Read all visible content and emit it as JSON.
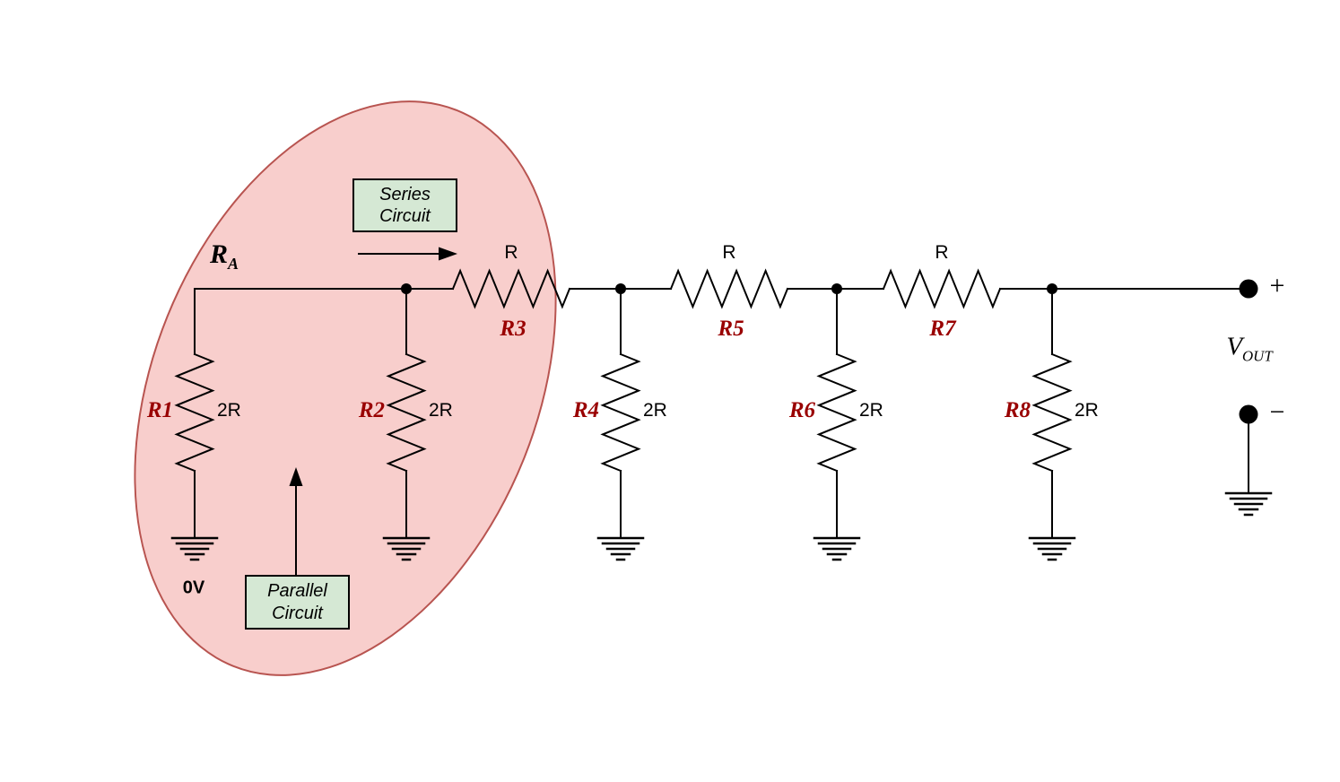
{
  "diagram": {
    "node_a_label": {
      "base": "R",
      "sub": "A"
    },
    "output_label": {
      "base": "V",
      "sub": "OUT"
    },
    "plus_sign": "+",
    "minus_sign": "−",
    "ground_voltage": "0V"
  },
  "callouts": {
    "series": {
      "line1": "Series",
      "line2": "Circuit"
    },
    "parallel": {
      "line1": "Parallel",
      "line2": "Circuit"
    }
  },
  "resistors": {
    "r1": {
      "name": "R1",
      "value": "2R"
    },
    "r2": {
      "name": "R2",
      "value": "2R"
    },
    "r3": {
      "name": "R3",
      "value": "R"
    },
    "r4": {
      "name": "R4",
      "value": "2R"
    },
    "r5": {
      "name": "R5",
      "value": "R"
    },
    "r6": {
      "name": "R6",
      "value": "2R"
    },
    "r7": {
      "name": "R7",
      "value": "R"
    },
    "r8": {
      "name": "R8",
      "value": "2R"
    }
  },
  "colors": {
    "background": "#ffffff",
    "highlight_fill": "#f8cecc",
    "highlight_border": "#b85450",
    "callout_fill": "#d5e8d4",
    "callout_border": "#000000",
    "resistor_name_color": "#990000",
    "wire_color": "#000000"
  }
}
